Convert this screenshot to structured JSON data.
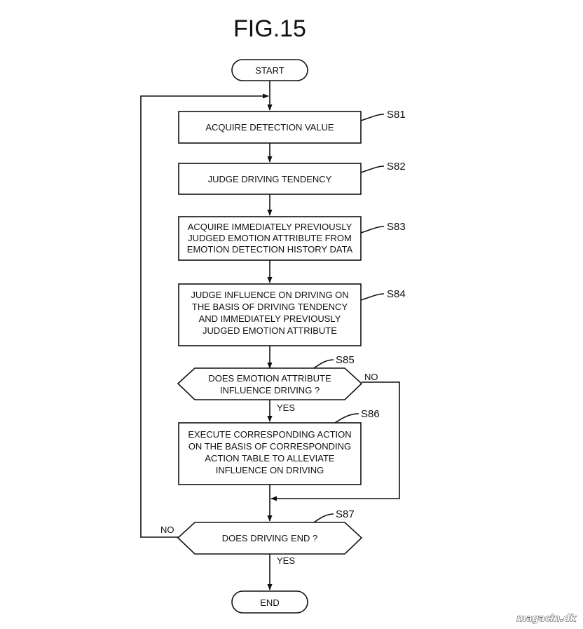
{
  "figure_title": "FIG.15",
  "nodes": {
    "start": "START",
    "s81": {
      "step": "S81",
      "lines": [
        "ACQUIRE DETECTION VALUE"
      ]
    },
    "s82": {
      "step": "S82",
      "lines": [
        "JUDGE DRIVING TENDENCY"
      ]
    },
    "s83": {
      "step": "S83",
      "lines": [
        "ACQUIRE IMMEDIATELY PREVIOUSLY",
        "JUDGED EMOTION ATTRIBUTE FROM",
        "EMOTION DETECTION HISTORY DATA"
      ]
    },
    "s84": {
      "step": "S84",
      "lines": [
        "JUDGE INFLUENCE ON DRIVING ON",
        "THE BASIS OF DRIVING TENDENCY",
        "AND IMMEDIATELY PREVIOUSLY",
        "JUDGED EMOTION ATTRIBUTE"
      ]
    },
    "s85": {
      "step": "S85",
      "lines": [
        "DOES EMOTION ATTRIBUTE",
        "INFLUENCE DRIVING ?"
      ]
    },
    "s86": {
      "step": "S86",
      "lines": [
        "EXECUTE CORRESPONDING ACTION",
        "ON THE BASIS OF CORRESPONDING",
        "ACTION TABLE TO ALLEVIATE",
        "INFLUENCE ON DRIVING"
      ]
    },
    "s87": {
      "step": "S87",
      "lines": [
        "DOES DRIVING END ?"
      ]
    },
    "end": "END"
  },
  "branch_labels": {
    "s85_yes": "YES",
    "s85_no": "NO",
    "s87_yes": "YES",
    "s87_no": "NO"
  },
  "watermark": "magacin.dk"
}
